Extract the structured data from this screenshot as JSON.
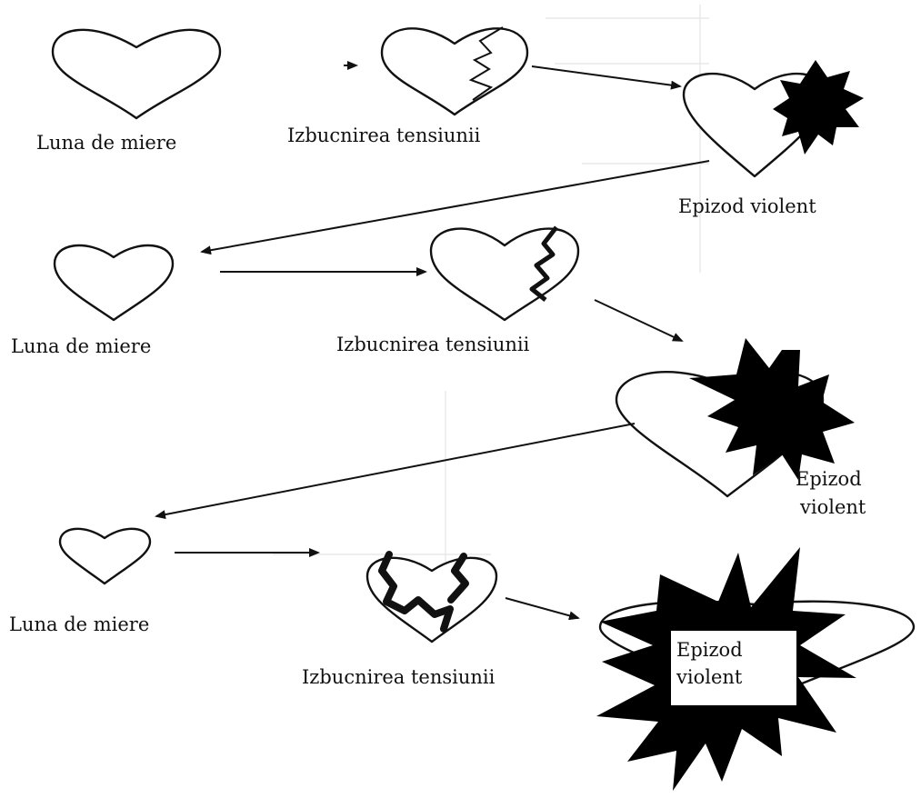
{
  "diagram": {
    "labels": {
      "honeymoon_1": "Luna de miere",
      "tension_1": "Izbucnirea tensiunii",
      "violent_1": "Epizod violent",
      "honeymoon_2": "Luna de miere",
      "tension_2": "Izbucnirea tensiunii",
      "violent_2_line1": "Epizod",
      "violent_2_line2": "violent",
      "honeymoon_3": "Luna de miere",
      "tension_3": "Izbucnirea tensiunii",
      "violent_3_line1": "Epizod",
      "violent_3_line2": "violent"
    },
    "colors": {
      "ink": "#111111",
      "burst": "#000000",
      "background": "#ffffff"
    }
  }
}
